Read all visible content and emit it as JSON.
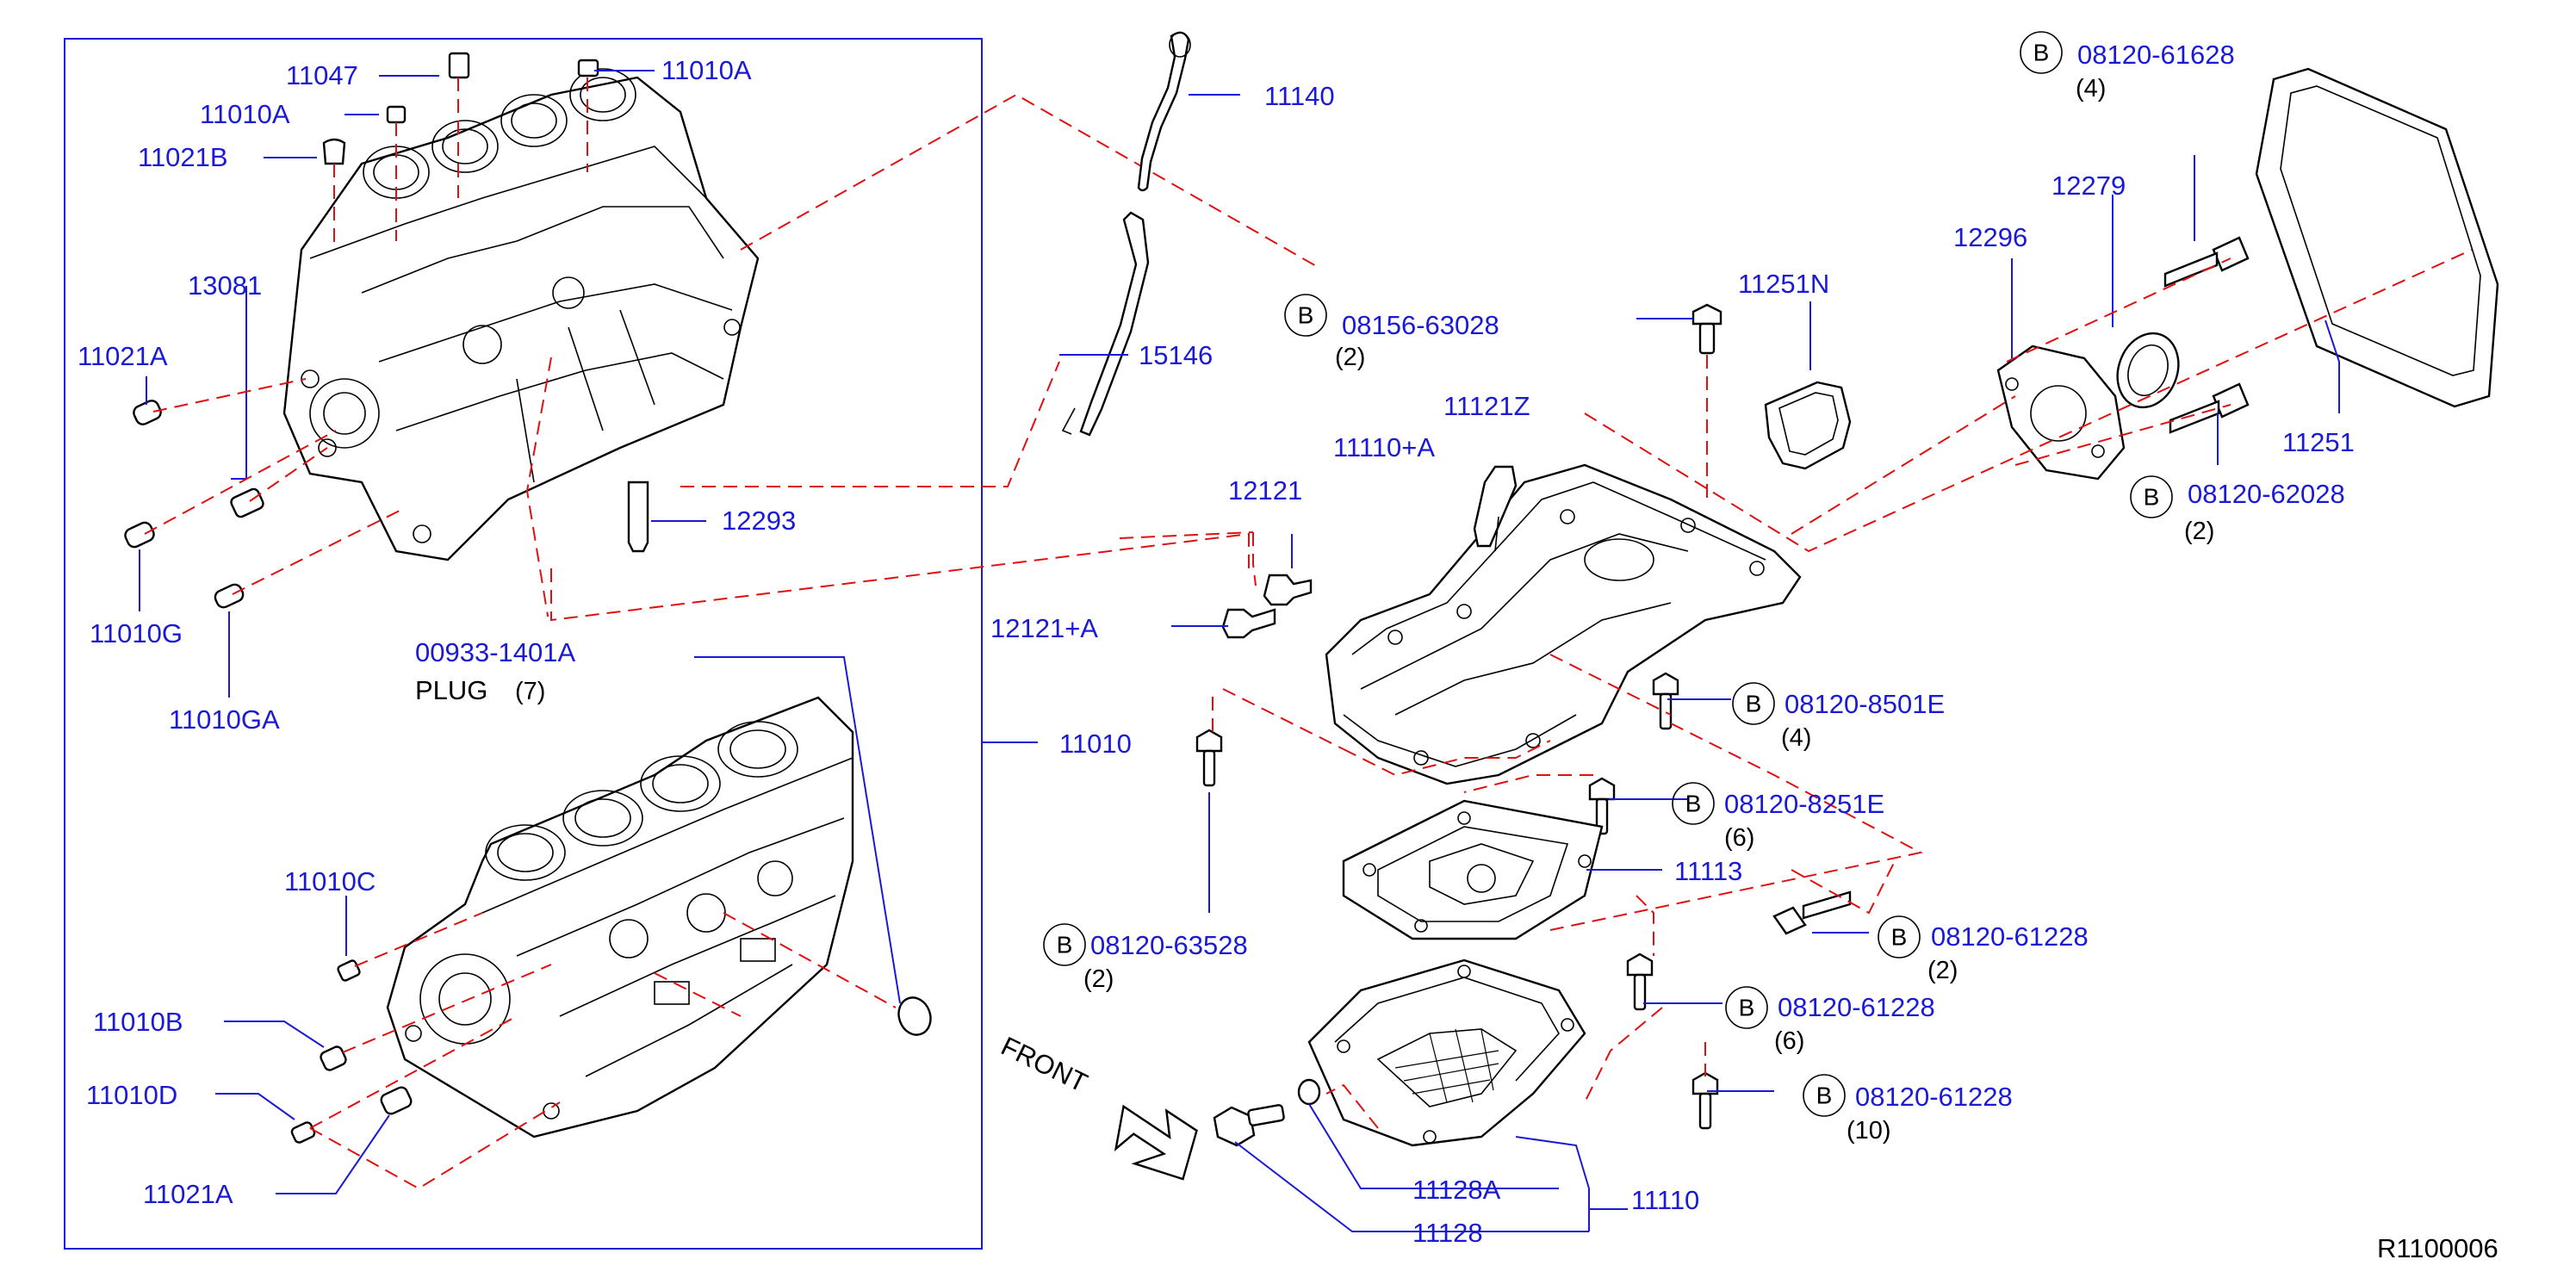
{
  "diagram": {
    "figure_code": "R1100006",
    "front_label": "FRONT",
    "circle_letter": "B",
    "labels": {
      "l11047": "11047",
      "l11010A_top": "11010A",
      "l11010A_mid": "11010A",
      "l11021B": "11021B",
      "l13081": "13081",
      "l11021A_top": "11021A",
      "l11010G": "11010G",
      "l11010GA": "11010GA",
      "l12293": "12293",
      "l00933": "00933-1401A",
      "l_plug": "PLUG",
      "l_plug_qty": "(7)",
      "l11010": "11010",
      "l11010C": "11010C",
      "l11010B": "11010B",
      "l11010D": "11010D",
      "l11021A_bot": "11021A",
      "l11140": "11140",
      "l15146": "15146",
      "l08156": "08156-63028",
      "l08156_qty": "(2)",
      "l11121Z": "11121Z",
      "l11110A": "11110+A",
      "l12121": "12121",
      "l12121A": "12121+A",
      "l11251N": "11251N",
      "l08120_61628": "08120-61628",
      "l08120_61628_qty": "(4)",
      "l12279": "12279",
      "l12296": "12296",
      "l11251": "11251",
      "l08120_62028": "08120-62028",
      "l08120_62028_qty": "(2)",
      "l08120_8501E": "08120-8501E",
      "l08120_8501E_qty": "(4)",
      "l08120_8251E": "08120-8251E",
      "l08120_8251E_qty": "(6)",
      "l11113": "11113",
      "l08120_63528": "08120-63528",
      "l08120_63528_qty": "(2)",
      "l08120_61228_a": "08120-61228",
      "l08120_61228_a_qty": "(2)",
      "l08120_61228_b": "08120-61228",
      "l08120_61228_b_qty": "(6)",
      "l08120_61228_c": "08120-61228",
      "l08120_61228_c_qty": "(10)",
      "l11128A": "11128A",
      "l11110": "11110",
      "l11128": "11128"
    }
  }
}
